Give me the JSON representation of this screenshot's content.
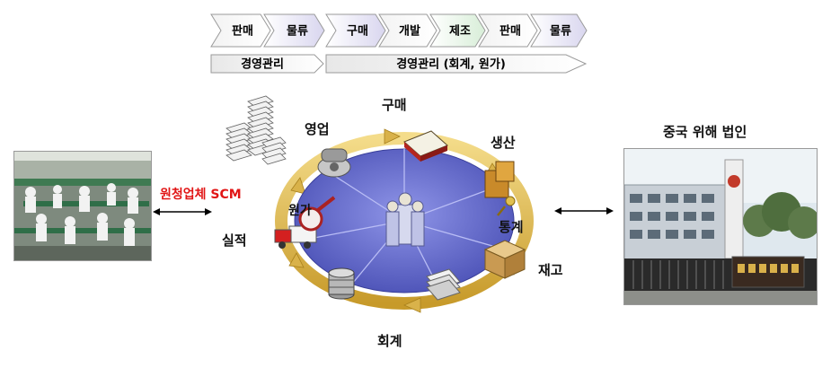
{
  "process_row": {
    "left_chevrons": [
      {
        "label": "판매"
      },
      {
        "label": "물류"
      }
    ],
    "right_chevrons": [
      {
        "label": "구매"
      },
      {
        "label": "개발"
      },
      {
        "label": "제조"
      },
      {
        "label": "판매"
      },
      {
        "label": "물류"
      }
    ],
    "left_bar_label": "경영관리",
    "right_bar_label": "경영관리 (회계, 원가)"
  },
  "cycle": {
    "top": "구매",
    "sales": "영업",
    "production": "생산",
    "stats": "통계",
    "inventory": "재고",
    "accounting": "회계",
    "performance": "실적",
    "overlap_label": "원가"
  },
  "left_link_label": "원청업체 SCM",
  "right_title": "중국 위해 법인",
  "colors": {
    "chevron_light": "#ffffff",
    "chevron_purple": "#d9d6ef",
    "chevron_green": "#d8eed8",
    "disc": "#5f66c9",
    "ring": "#d7b450",
    "scm_red": "#e11515"
  }
}
